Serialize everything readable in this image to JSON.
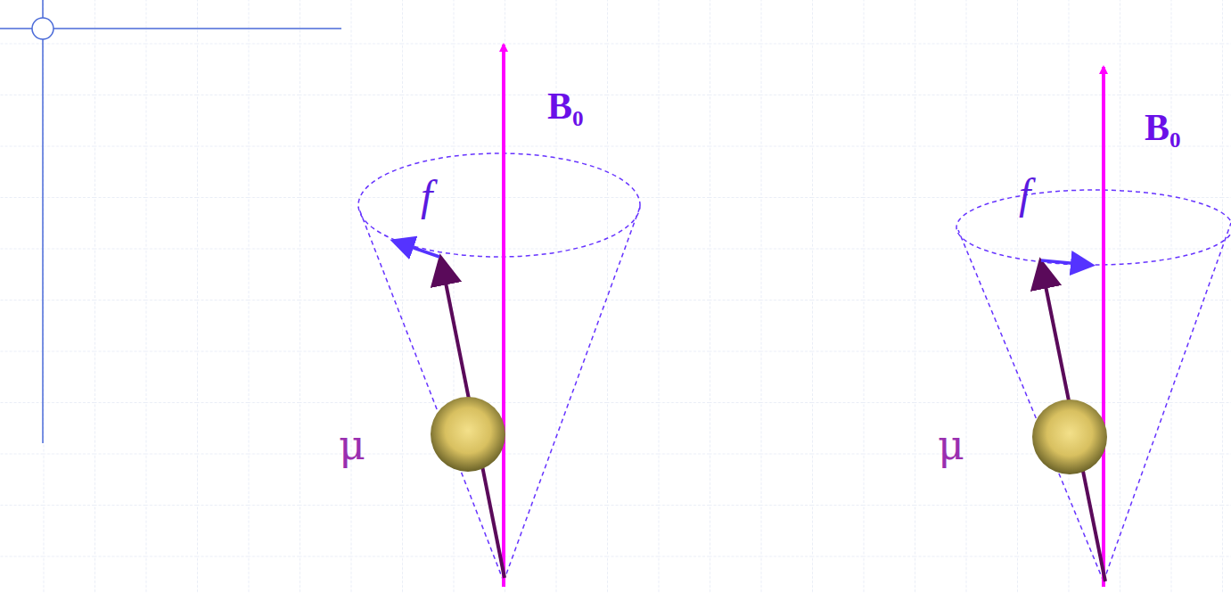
{
  "diagram": {
    "labels": [
      "B₀",
      "f",
      "μ",
      "B₀",
      "f",
      "μ"
    ]
  }
}
